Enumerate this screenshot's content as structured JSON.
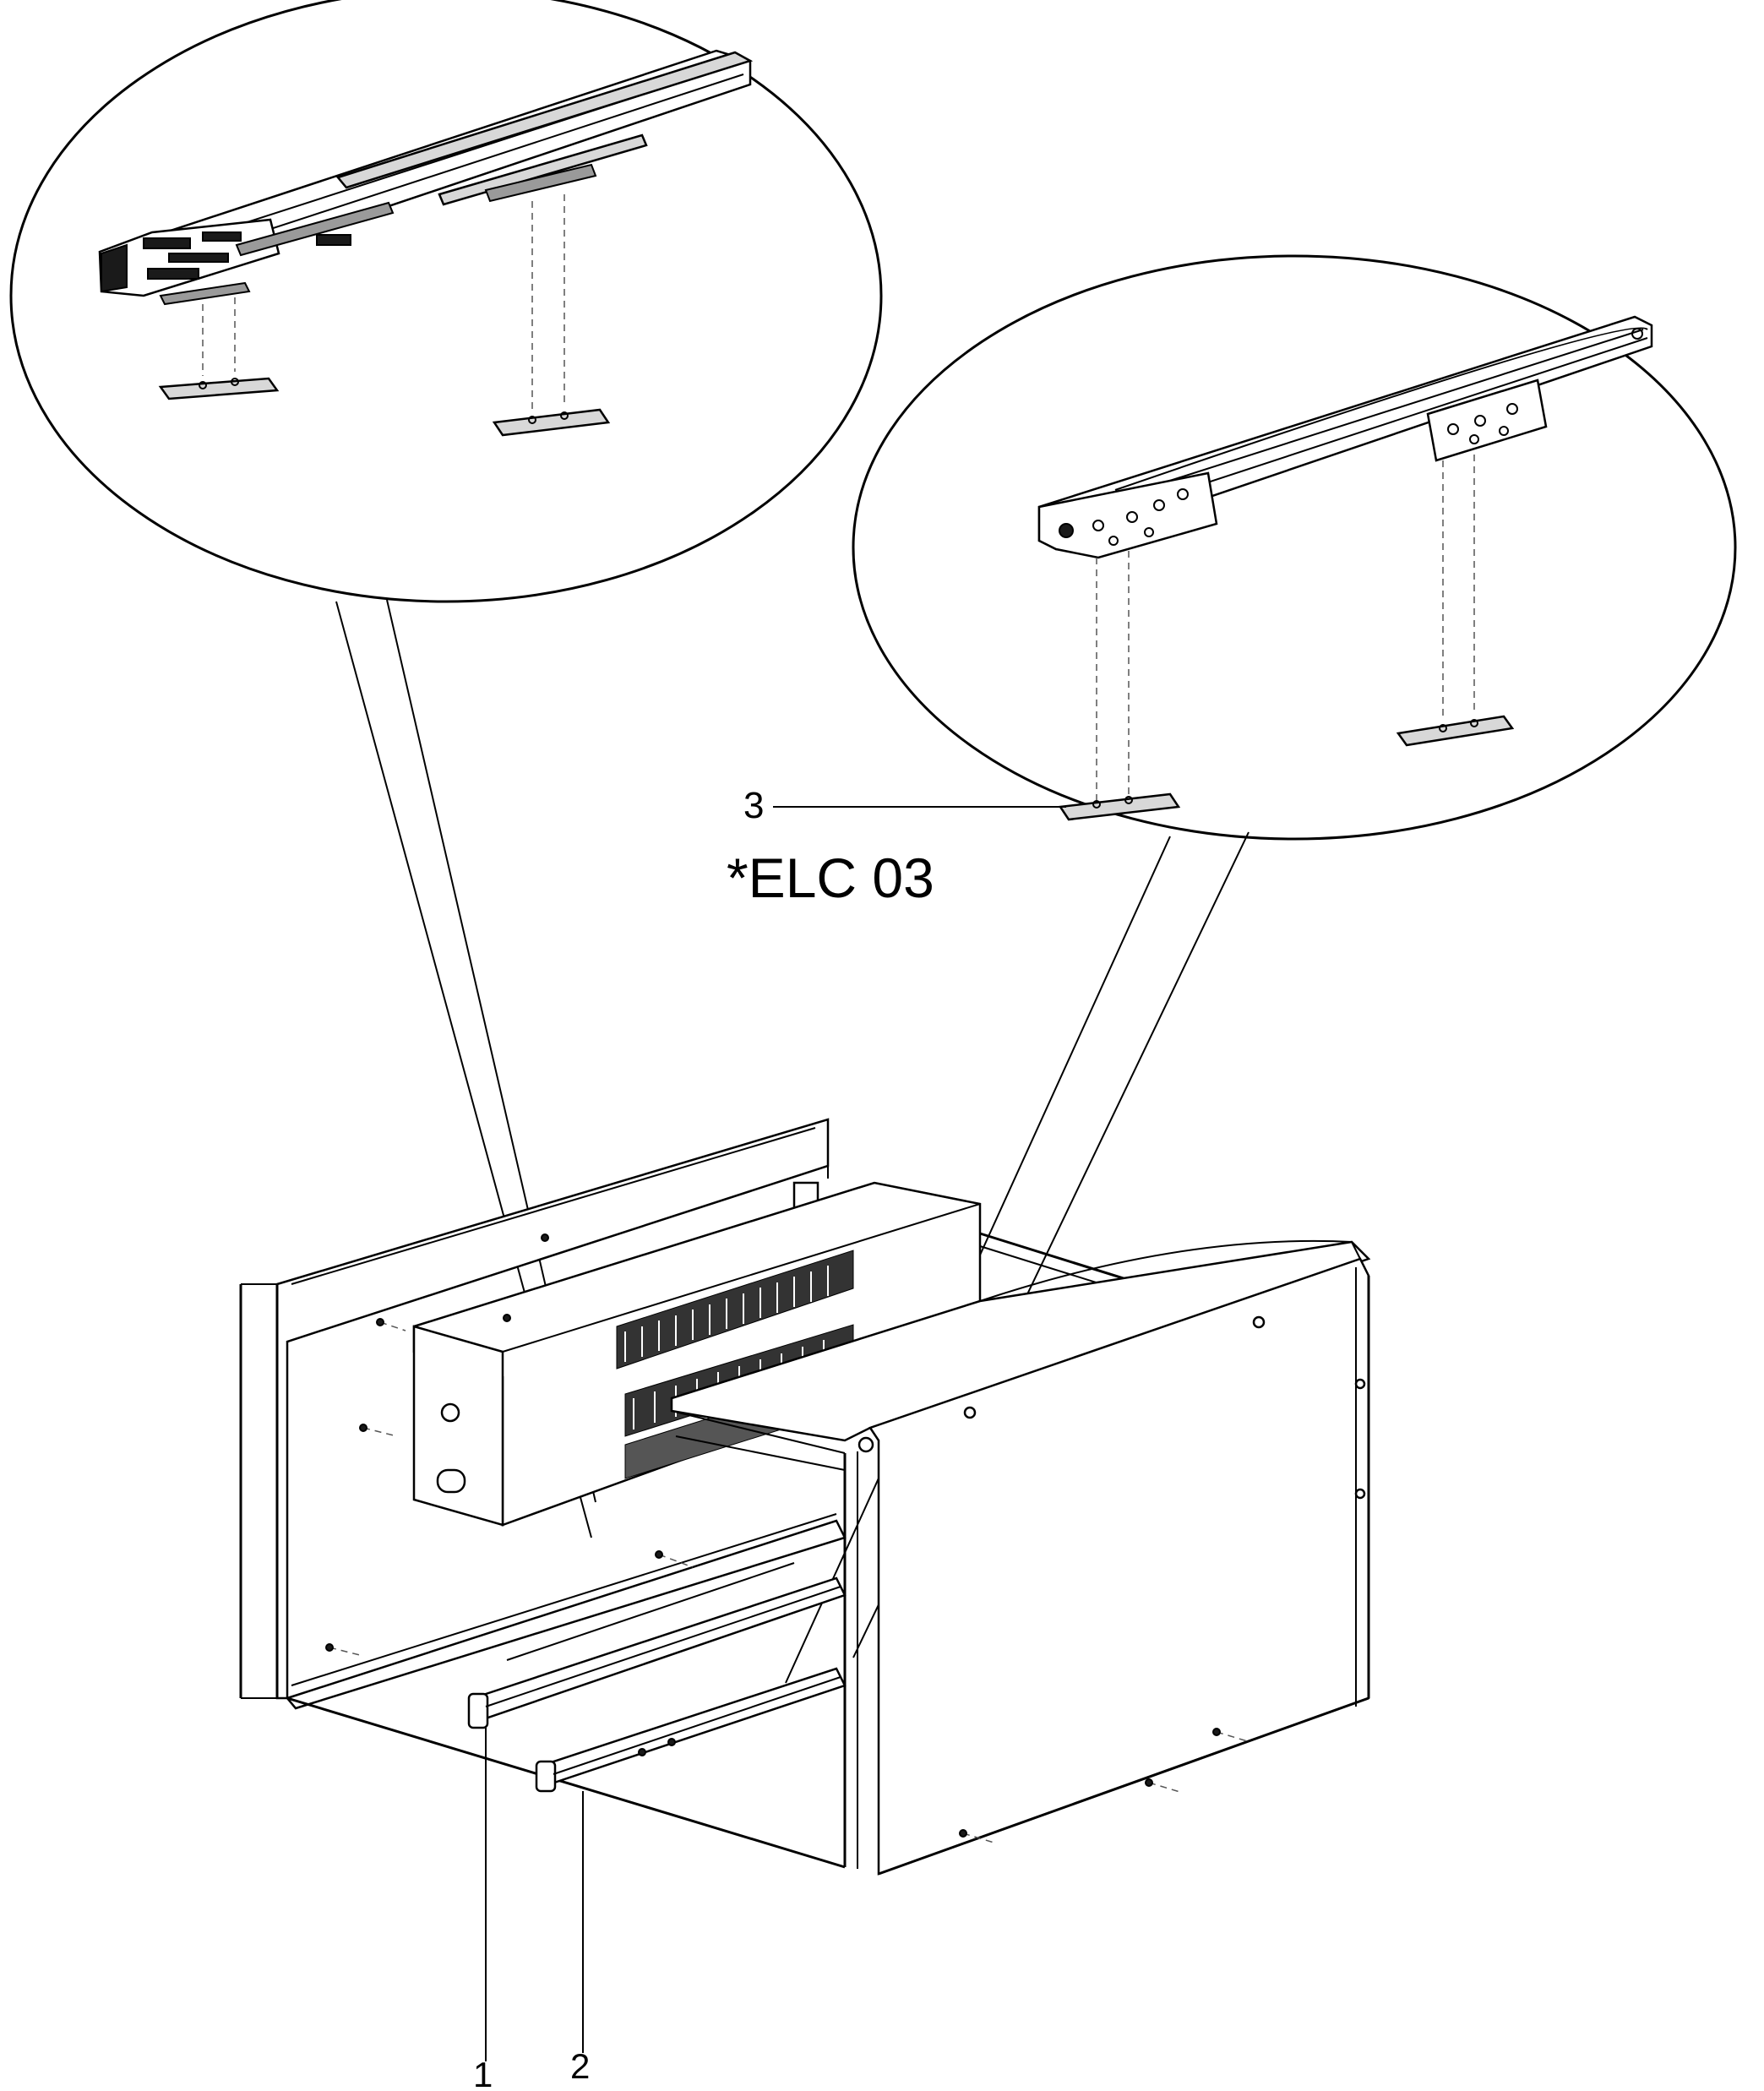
{
  "callouts": {
    "item_1": "1",
    "item_2": "2",
    "item_3": "3",
    "variant_note": "*ELC 03"
  }
}
